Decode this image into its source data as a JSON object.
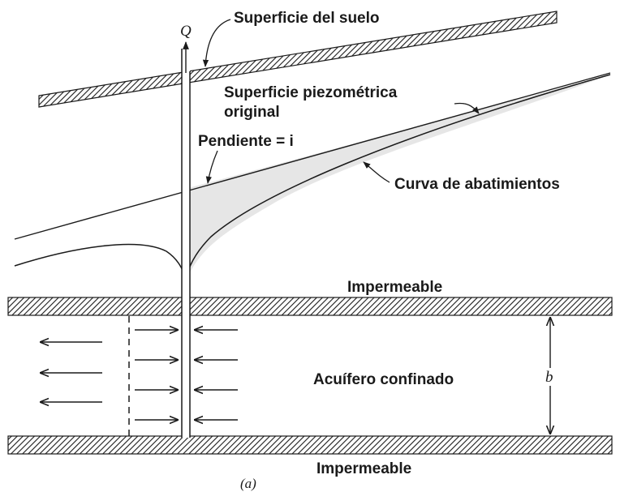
{
  "labels": {
    "q": "Q",
    "ground_surface": "Superficie del suelo",
    "piezometric_line1": "Superficie piezométrica",
    "piezometric_line2": "original",
    "slope": "Pendiente = i",
    "drawdown_curve": "Curva de abatimientos",
    "impermeable_top": "Impermeable",
    "aquifer": "Acuífero confinado",
    "thickness": "b",
    "impermeable_bottom": "Impermeable",
    "figure_tag": "(a)"
  },
  "colors": {
    "ink": "#1a1a1a",
    "hatch_fill": "#9a9a9a",
    "drawdown_shade": "#e6e6e6"
  }
}
